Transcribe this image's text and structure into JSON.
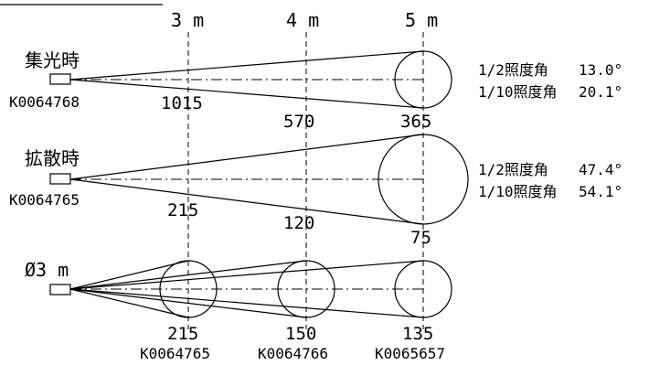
{
  "distances": [
    "3 m",
    "4 m",
    "5 m"
  ],
  "rows": [
    {
      "label": "集光時",
      "model": "K0064768",
      "lux": [
        "1015",
        "570",
        "365"
      ],
      "angles": [
        {
          "name": "1/2照度角",
          "value": "13.0°"
        },
        {
          "name": "1/10照度角",
          "value": "20.1°"
        }
      ]
    },
    {
      "label": "拡散時",
      "model": "K0064765",
      "lux": [
        "215",
        "120",
        "75"
      ],
      "angles": [
        {
          "name": "1/2照度角",
          "value": "47.4°"
        },
        {
          "name": "1/10照度角",
          "value": "54.1°"
        }
      ]
    },
    {
      "label": "Ø3 m",
      "lux": [
        "215",
        "150",
        "135"
      ],
      "models": [
        "K0064765",
        "K0064766",
        "K0065657"
      ]
    }
  ]
}
